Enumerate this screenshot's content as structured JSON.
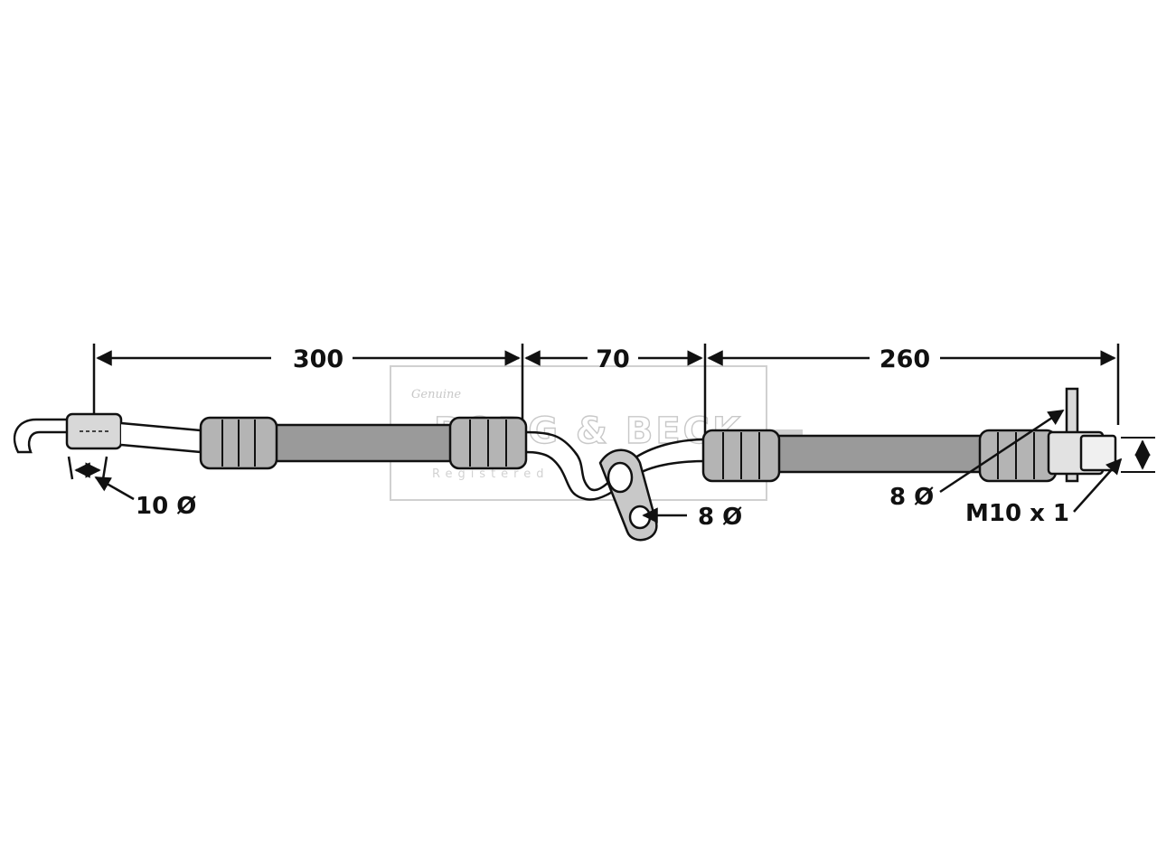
{
  "watermark": {
    "brand": "BORG & BECK",
    "script": "Genuine",
    "tagline": "Registered"
  },
  "dimensions": {
    "segment_1": "300",
    "segment_2": "70",
    "segment_3": "260"
  },
  "callouts": {
    "left_fitting_diameter": "10 Ø",
    "bracket_hole_diameter": "8 Ø",
    "right_fitting_diameter": "8 Ø",
    "thread_spec": "M10 x 1"
  },
  "colors": {
    "hose_fill": "#9a9a9a",
    "ferrule_fill": "#b4b4b4",
    "line": "#111111",
    "watermark": "#c8c8c8"
  }
}
